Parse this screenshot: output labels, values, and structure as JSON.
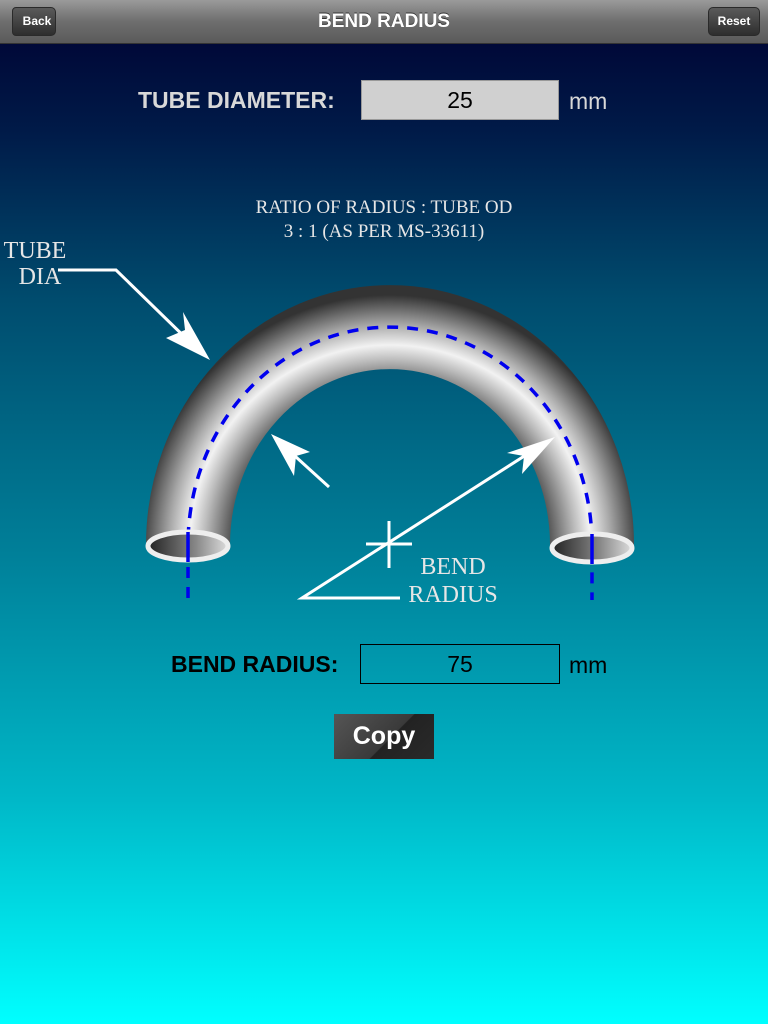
{
  "nav": {
    "title": "BEND RADIUS",
    "back": "Back",
    "reset": "Reset"
  },
  "input": {
    "label": "TUBE DIAMETER:",
    "value": "25",
    "unit": "mm"
  },
  "diagram": {
    "ratio_line1": "RATIO OF RADIUS : TUBE OD",
    "ratio_line2": "3 : 1  (AS PER MS-33611)",
    "tube_dia_1": "TUBE",
    "tube_dia_2": "DIA",
    "bend_1": "BEND",
    "bend_2": "RADIUS",
    "dash_color": "#0000ee"
  },
  "output": {
    "label": "BEND RADIUS:",
    "value": "75",
    "unit": "mm"
  },
  "copy": "Copy"
}
